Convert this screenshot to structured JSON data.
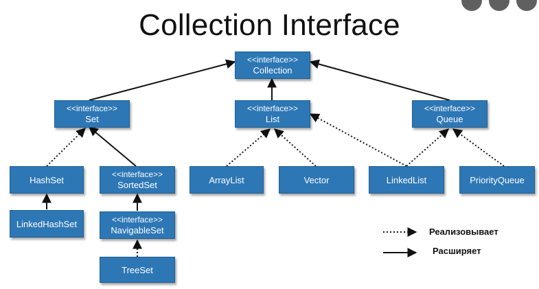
{
  "title": "Collection Interface",
  "stereotype": "<<interface>>",
  "nodes": {
    "collection": "Collection",
    "set": "Set",
    "list": "List",
    "queue": "Queue",
    "hashset": "HashSet",
    "sortedset": "SortedSet",
    "arraylist": "ArrayList",
    "vector": "Vector",
    "linkedlist": "LinkedList",
    "priorityqueue": "PriorityQueue",
    "linkedhashset": "LinkedHashSet",
    "navigableset": "NavigableSet",
    "treeset": "TreeSet"
  },
  "legend": {
    "implements": "Реализовывает",
    "extends": "Расширяет"
  },
  "colors": {
    "node_fill": "#2d77b5",
    "node_text": "#ffffff",
    "edge": "#111111"
  }
}
